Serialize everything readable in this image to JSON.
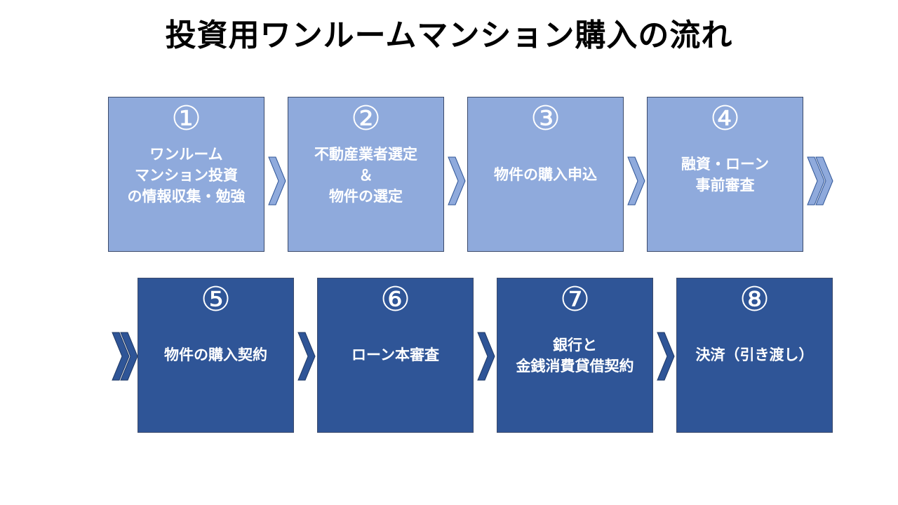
{
  "title": "投資用ワンルームマンション購入の流れ",
  "colors": {
    "row1_fill": "#8faadc",
    "row2_fill": "#2f5597",
    "text": "#ffffff"
  },
  "steps": [
    {
      "number": "①",
      "lines": [
        "ワンルーム",
        "マンション投資",
        "の情報収集・勉強"
      ]
    },
    {
      "number": "②",
      "lines": [
        "不動産業者選定",
        "＆",
        "物件の選定"
      ]
    },
    {
      "number": "③",
      "lines": [
        "物件の購入申込"
      ]
    },
    {
      "number": "④",
      "lines": [
        "融資・ローン",
        "事前審査"
      ]
    },
    {
      "number": "⑤",
      "lines": [
        "物件の購入契約"
      ]
    },
    {
      "number": "⑥",
      "lines": [
        "ローン本審査"
      ]
    },
    {
      "number": "⑦",
      "lines": [
        "銀行と",
        "金銭消費貸借契約"
      ]
    },
    {
      "number": "⑧",
      "lines": [
        "決済（引き渡し）"
      ]
    }
  ]
}
